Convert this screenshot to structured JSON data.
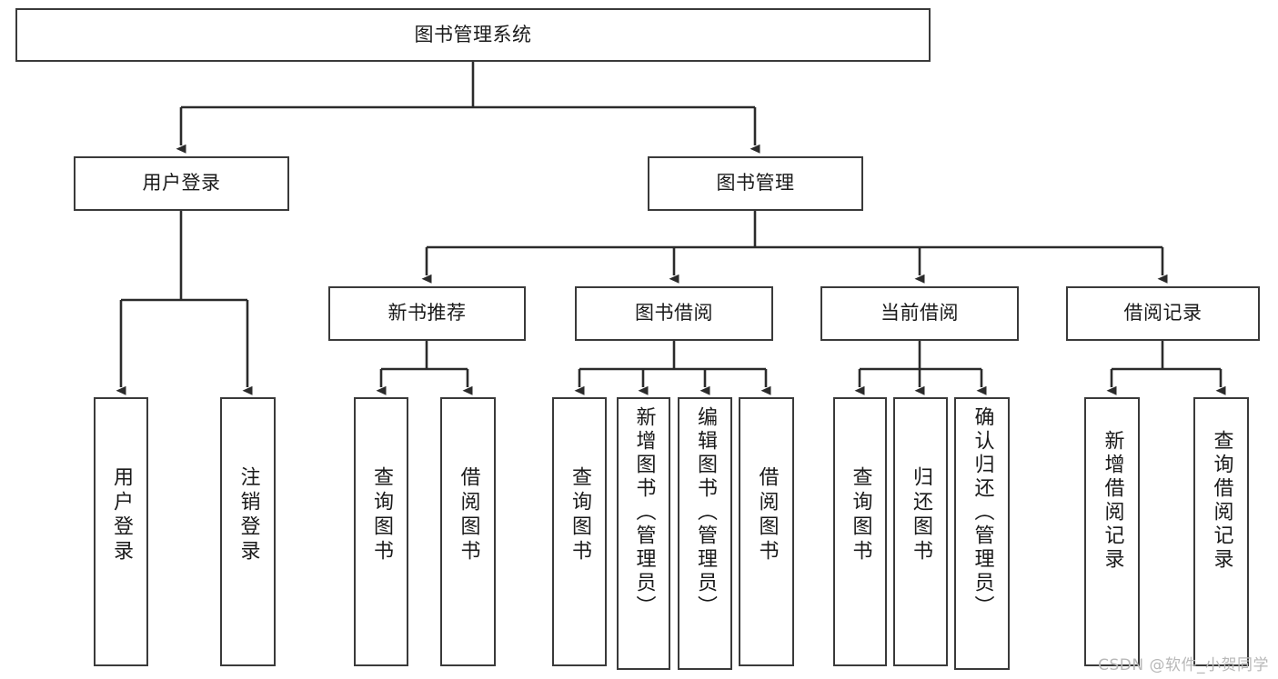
{
  "diagram": {
    "title": "图书管理系统",
    "type": "tree-hierarchy-diagram",
    "root": {
      "label": "图书管理系统",
      "name": "root-node-library-management-system"
    },
    "level2": [
      {
        "label": "用户登录",
        "name": "node-user-login"
      },
      {
        "label": "图书管理",
        "name": "node-book-management"
      }
    ],
    "level3": [
      {
        "label": "新书推荐",
        "name": "node-new-book-recommendation"
      },
      {
        "label": "图书借阅",
        "name": "node-book-borrowing"
      },
      {
        "label": "当前借阅",
        "name": "node-current-borrowing"
      },
      {
        "label": "借阅记录",
        "name": "node-borrowing-records"
      }
    ],
    "leaves": {
      "user_login": [
        {
          "label": "用户登录",
          "name": "leaf-user-login"
        },
        {
          "label": "注销登录",
          "name": "leaf-logout"
        }
      ],
      "new_book_recommendation": [
        {
          "label": "查询图书",
          "name": "leaf-query-book-1"
        },
        {
          "label": "借阅图书",
          "name": "leaf-borrow-book-1"
        }
      ],
      "book_borrowing": [
        {
          "label": "查询图书",
          "name": "leaf-query-book-2"
        },
        {
          "label": "新增图书（管理员）",
          "name": "leaf-add-book-admin"
        },
        {
          "label": "编辑图书（管理员）",
          "name": "leaf-edit-book-admin"
        },
        {
          "label": "借阅图书",
          "name": "leaf-borrow-book-2"
        }
      ],
      "current_borrowing": [
        {
          "label": "查询图书",
          "name": "leaf-query-book-3"
        },
        {
          "label": "归还图书",
          "name": "leaf-return-book"
        },
        {
          "label": "确认归还（管理员）",
          "name": "leaf-confirm-return-admin"
        }
      ],
      "borrowing_records": [
        {
          "label": "新增借阅记录",
          "name": "leaf-add-borrow-record"
        },
        {
          "label": "查询借阅记录",
          "name": "leaf-query-borrow-record"
        }
      ]
    }
  },
  "watermark": {
    "text": "CSDN @软件_小贺同学"
  },
  "colors": {
    "border": "#3a3a3a",
    "background": "#ffffff",
    "text": "#1a1a1a",
    "watermark": "#b8b8b8"
  }
}
